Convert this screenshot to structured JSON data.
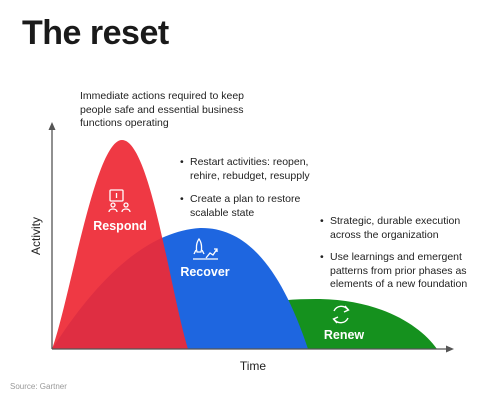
{
  "title": "The reset",
  "axis": {
    "y_label": "Activity",
    "x_label": "Time"
  },
  "phases": [
    {
      "label": "Respond",
      "color": "#ee2a36",
      "icon": "people-at-board-icon"
    },
    {
      "label": "Recover",
      "color": "#1e66e0",
      "icon": "rocket-growth-icon"
    },
    {
      "label": "Renew",
      "color": "#15911e",
      "icon": "cycle-arrows-icon"
    }
  ],
  "respond_note": "Immediate actions required to keep people safe and essential business functions operating",
  "recover_bullets": [
    "Restart activities: reopen, rehire, rebudget, resupply",
    "Create a plan to restore scalable state"
  ],
  "renew_bullets": [
    "Strategic, durable execution across the organization",
    "Use learnings and emergent patterns from prior phases as elements of a new foundation"
  ],
  "source": "Source: Gartner"
}
